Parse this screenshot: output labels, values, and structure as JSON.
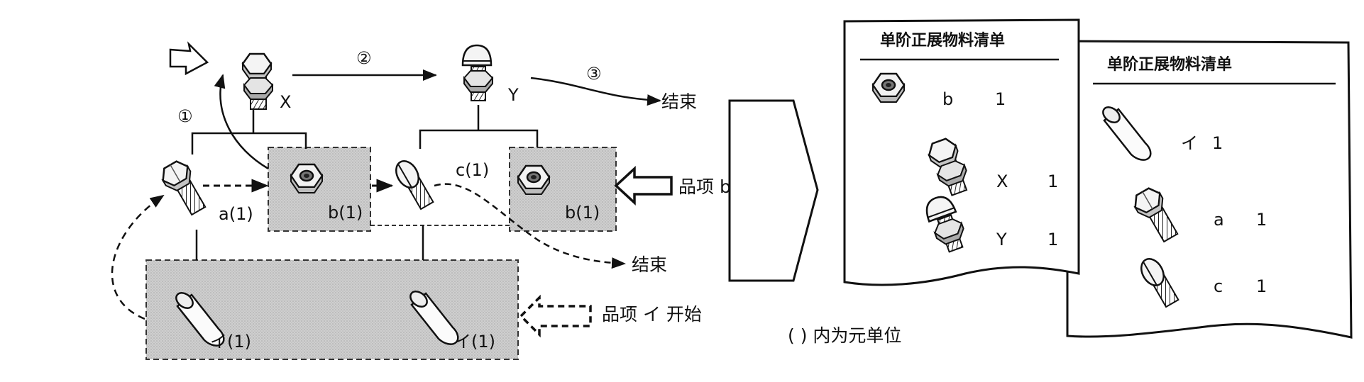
{
  "tree": {
    "assembly_x": "X",
    "assembly_y": "Y",
    "part_a": "a(1)",
    "part_b_left": "b(1)",
    "part_b_right": "b(1)",
    "part_c": "c(1)",
    "part_i_left": "イ(1)",
    "part_i_right": "イ(1)",
    "step_1": "①",
    "step_2": "②",
    "step_3": "③",
    "end_top": "结束",
    "end_bottom": "结束",
    "start_b": "品项 b 开始",
    "start_i": "品项 イ 开始",
    "unit_note": "( ) 内为元单位"
  },
  "bom_list_1": {
    "title": "单阶正展物料清单",
    "rows": [
      {
        "item": "b",
        "qty": "1"
      },
      {
        "item": "X",
        "qty": "1"
      },
      {
        "item": "Y",
        "qty": "1"
      }
    ]
  },
  "bom_list_2": {
    "title": "单阶正展物料清单",
    "rows": [
      {
        "item": "イ",
        "qty": "1"
      },
      {
        "item": "a",
        "qty": "1"
      },
      {
        "item": "c",
        "qty": "1"
      }
    ]
  }
}
